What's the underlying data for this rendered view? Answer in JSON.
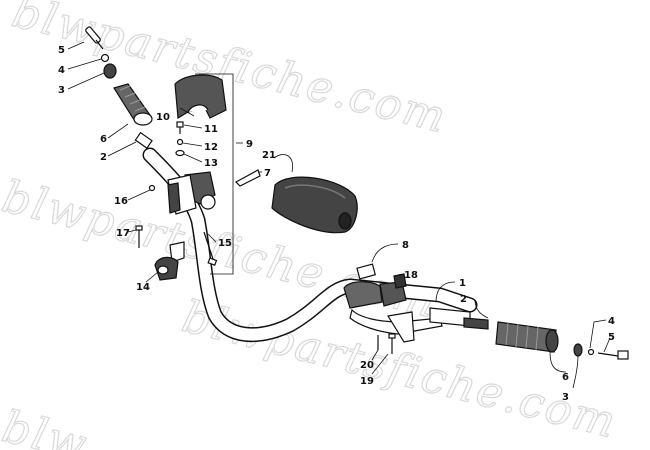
{
  "watermark": {
    "text": "blwpartsfiche.com",
    "partial": "blw"
  },
  "callouts": [
    {
      "id": "c5-top",
      "label": "5"
    },
    {
      "id": "c4-top",
      "label": "4"
    },
    {
      "id": "c3-top",
      "label": "3"
    },
    {
      "id": "c6-top",
      "label": "6"
    },
    {
      "id": "c2-top",
      "label": "2"
    },
    {
      "id": "c10",
      "label": "10"
    },
    {
      "id": "c11",
      "label": "11"
    },
    {
      "id": "c12",
      "label": "12"
    },
    {
      "id": "c13",
      "label": "13"
    },
    {
      "id": "c9",
      "label": "9"
    },
    {
      "id": "c21",
      "label": "21"
    },
    {
      "id": "c7",
      "label": "7"
    },
    {
      "id": "c16",
      "label": "16"
    },
    {
      "id": "c17",
      "label": "17"
    },
    {
      "id": "c15",
      "label": "15"
    },
    {
      "id": "c14",
      "label": "14"
    },
    {
      "id": "c8",
      "label": "8"
    },
    {
      "id": "c18",
      "label": "18"
    },
    {
      "id": "c1",
      "label": "1"
    },
    {
      "id": "c2-right",
      "label": "2"
    },
    {
      "id": "c4-right",
      "label": "4"
    },
    {
      "id": "c5-right",
      "label": "5"
    },
    {
      "id": "c6-right",
      "label": "6"
    },
    {
      "id": "c3-right",
      "label": "3"
    },
    {
      "id": "c20",
      "label": "20"
    },
    {
      "id": "c19",
      "label": "19"
    }
  ]
}
